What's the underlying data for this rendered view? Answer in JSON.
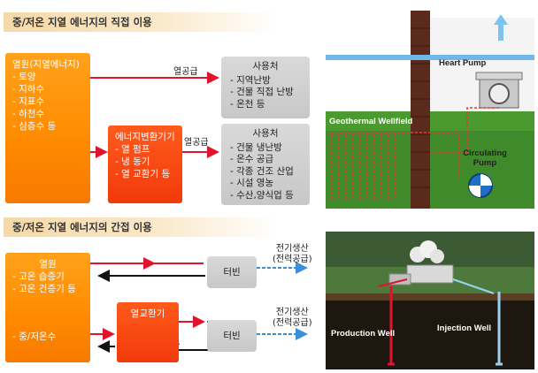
{
  "direct": {
    "title": "중/저온 지열 에너지의 직접 이용",
    "source_box": {
      "title": "열원(지열에너지)",
      "items": [
        "- 토양",
        "- 지하수",
        "- 지표수",
        "- 하천수",
        "- 심층수 등"
      ]
    },
    "heat_supply_1": "열공급",
    "heat_supply_2": "열공급",
    "exchanger_box": {
      "title": "에너지변환기기",
      "items": [
        "- 열 펌프",
        "- 냉 동기",
        "- 열 교환기 등"
      ]
    },
    "consumer_1": {
      "title": "사용처",
      "items": [
        "- 지역난방",
        "- 건물 직접 난방",
        "- 온천 등"
      ]
    },
    "consumer_2": {
      "title": "사용처",
      "items": [
        "- 건물 냉난방",
        "- 온수 공급",
        "- 각종 건조 산업",
        "- 시설 영농",
        "- 수산,양식업 등"
      ]
    },
    "illustration": {
      "heat_pump": "Heart Pump",
      "wellfield": "Geothermal Wellfield",
      "circulating_pump": "Circulating Pump"
    }
  },
  "indirect": {
    "title": "중/저온 지열 에너지의 간접 이용",
    "source_box": {
      "title": "열원",
      "items_top": [
        "- 고온 습증기",
        "- 고온 건증기 등"
      ],
      "items_bottom": [
        "- 중/저온수"
      ]
    },
    "exchanger": "열교환기",
    "turbine_1": "터빈",
    "turbine_2": "터빈",
    "power_1": "전기생산\n(전력공급)",
    "power_2": "전기생산\n(전력공급)",
    "illustration": {
      "production_well": "Production Well",
      "injection_well": "Injection Well"
    }
  },
  "colors": {
    "orange": "#ff8a00",
    "red": "#f23a0a",
    "gray": "#cfcfcf",
    "arrow_red": "#e0142c",
    "arrow_black": "#111111",
    "arrow_blue": "#3a8fd8"
  }
}
